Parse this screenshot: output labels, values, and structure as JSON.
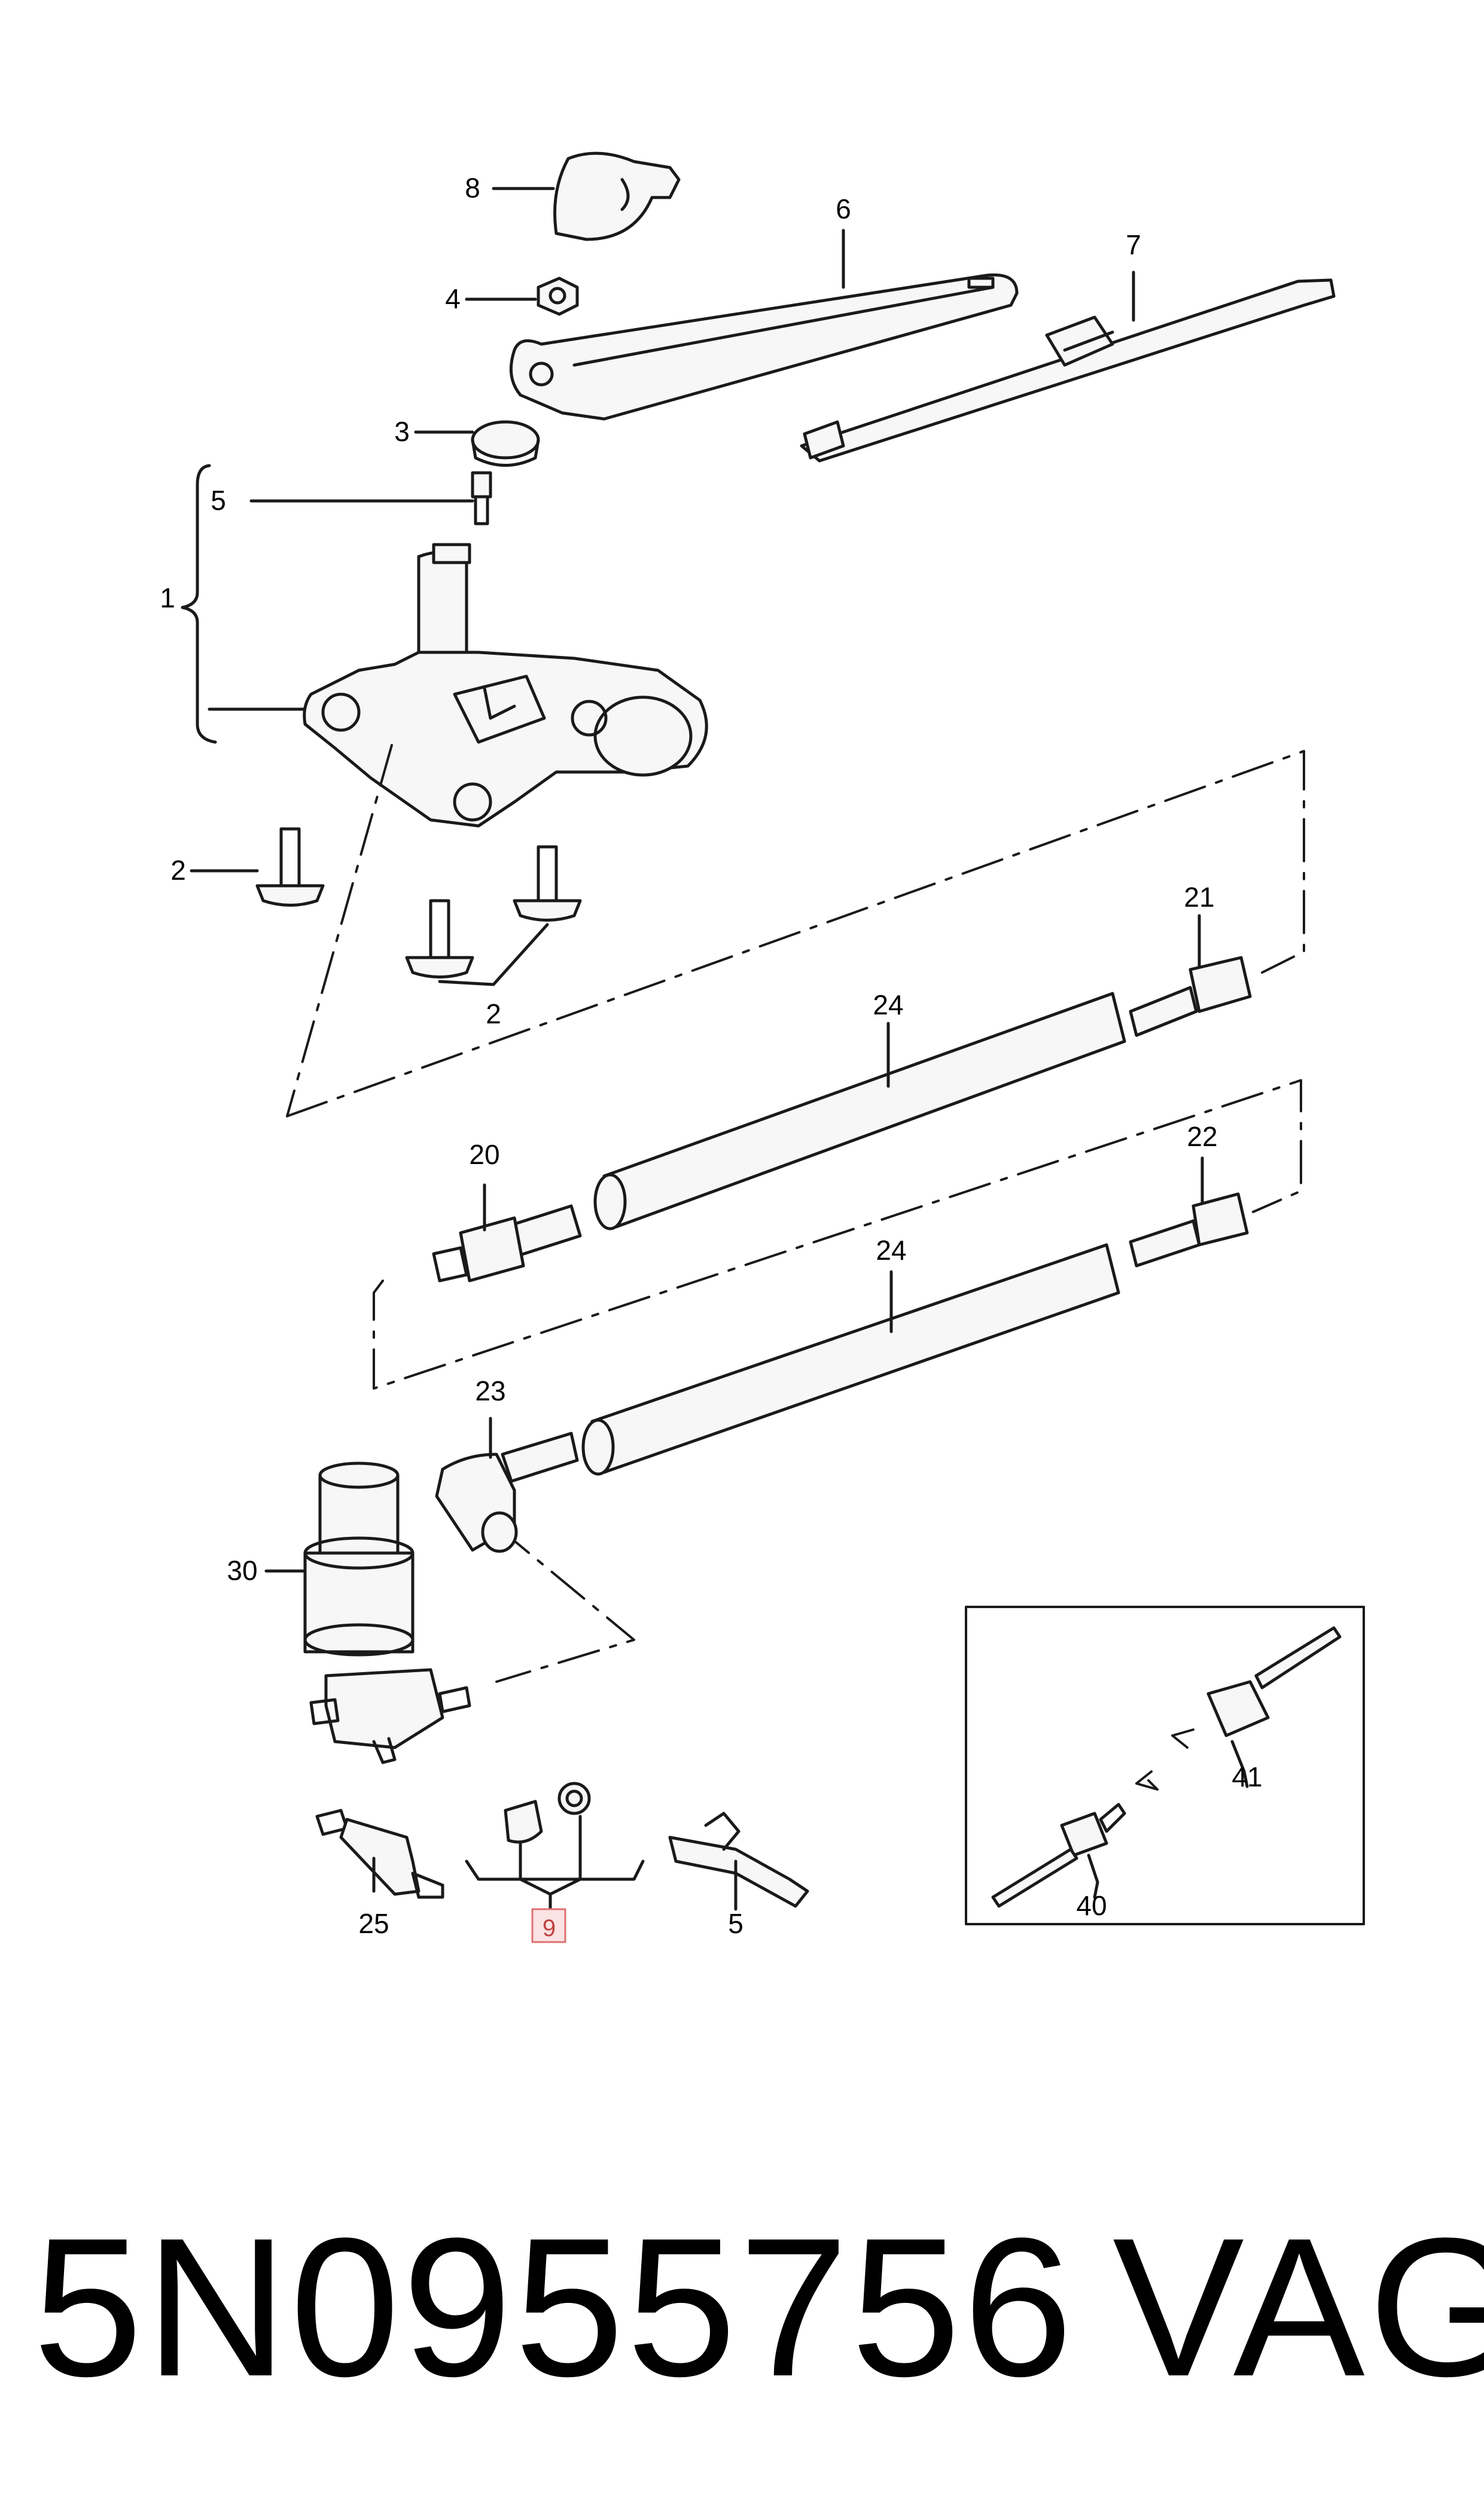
{
  "callouts": {
    "c1": "1",
    "c2a": "2",
    "c2b": "2",
    "c3": "3",
    "c4": "4",
    "c5a": "5",
    "c5b": "5",
    "c6": "6",
    "c7": "7",
    "c8": "8",
    "c9": "9",
    "c20": "20",
    "c21": "21",
    "c22": "22",
    "c23": "23",
    "c24a": "24",
    "c24b": "24",
    "c25": "25",
    "c30": "30",
    "c40": "40",
    "c41": "41"
  },
  "footer": {
    "part_number": "5N0955756",
    "brand": "VAG"
  },
  "colors": {
    "highlight_box": "#e07070",
    "highlight_fill": "#fbe3e3"
  }
}
